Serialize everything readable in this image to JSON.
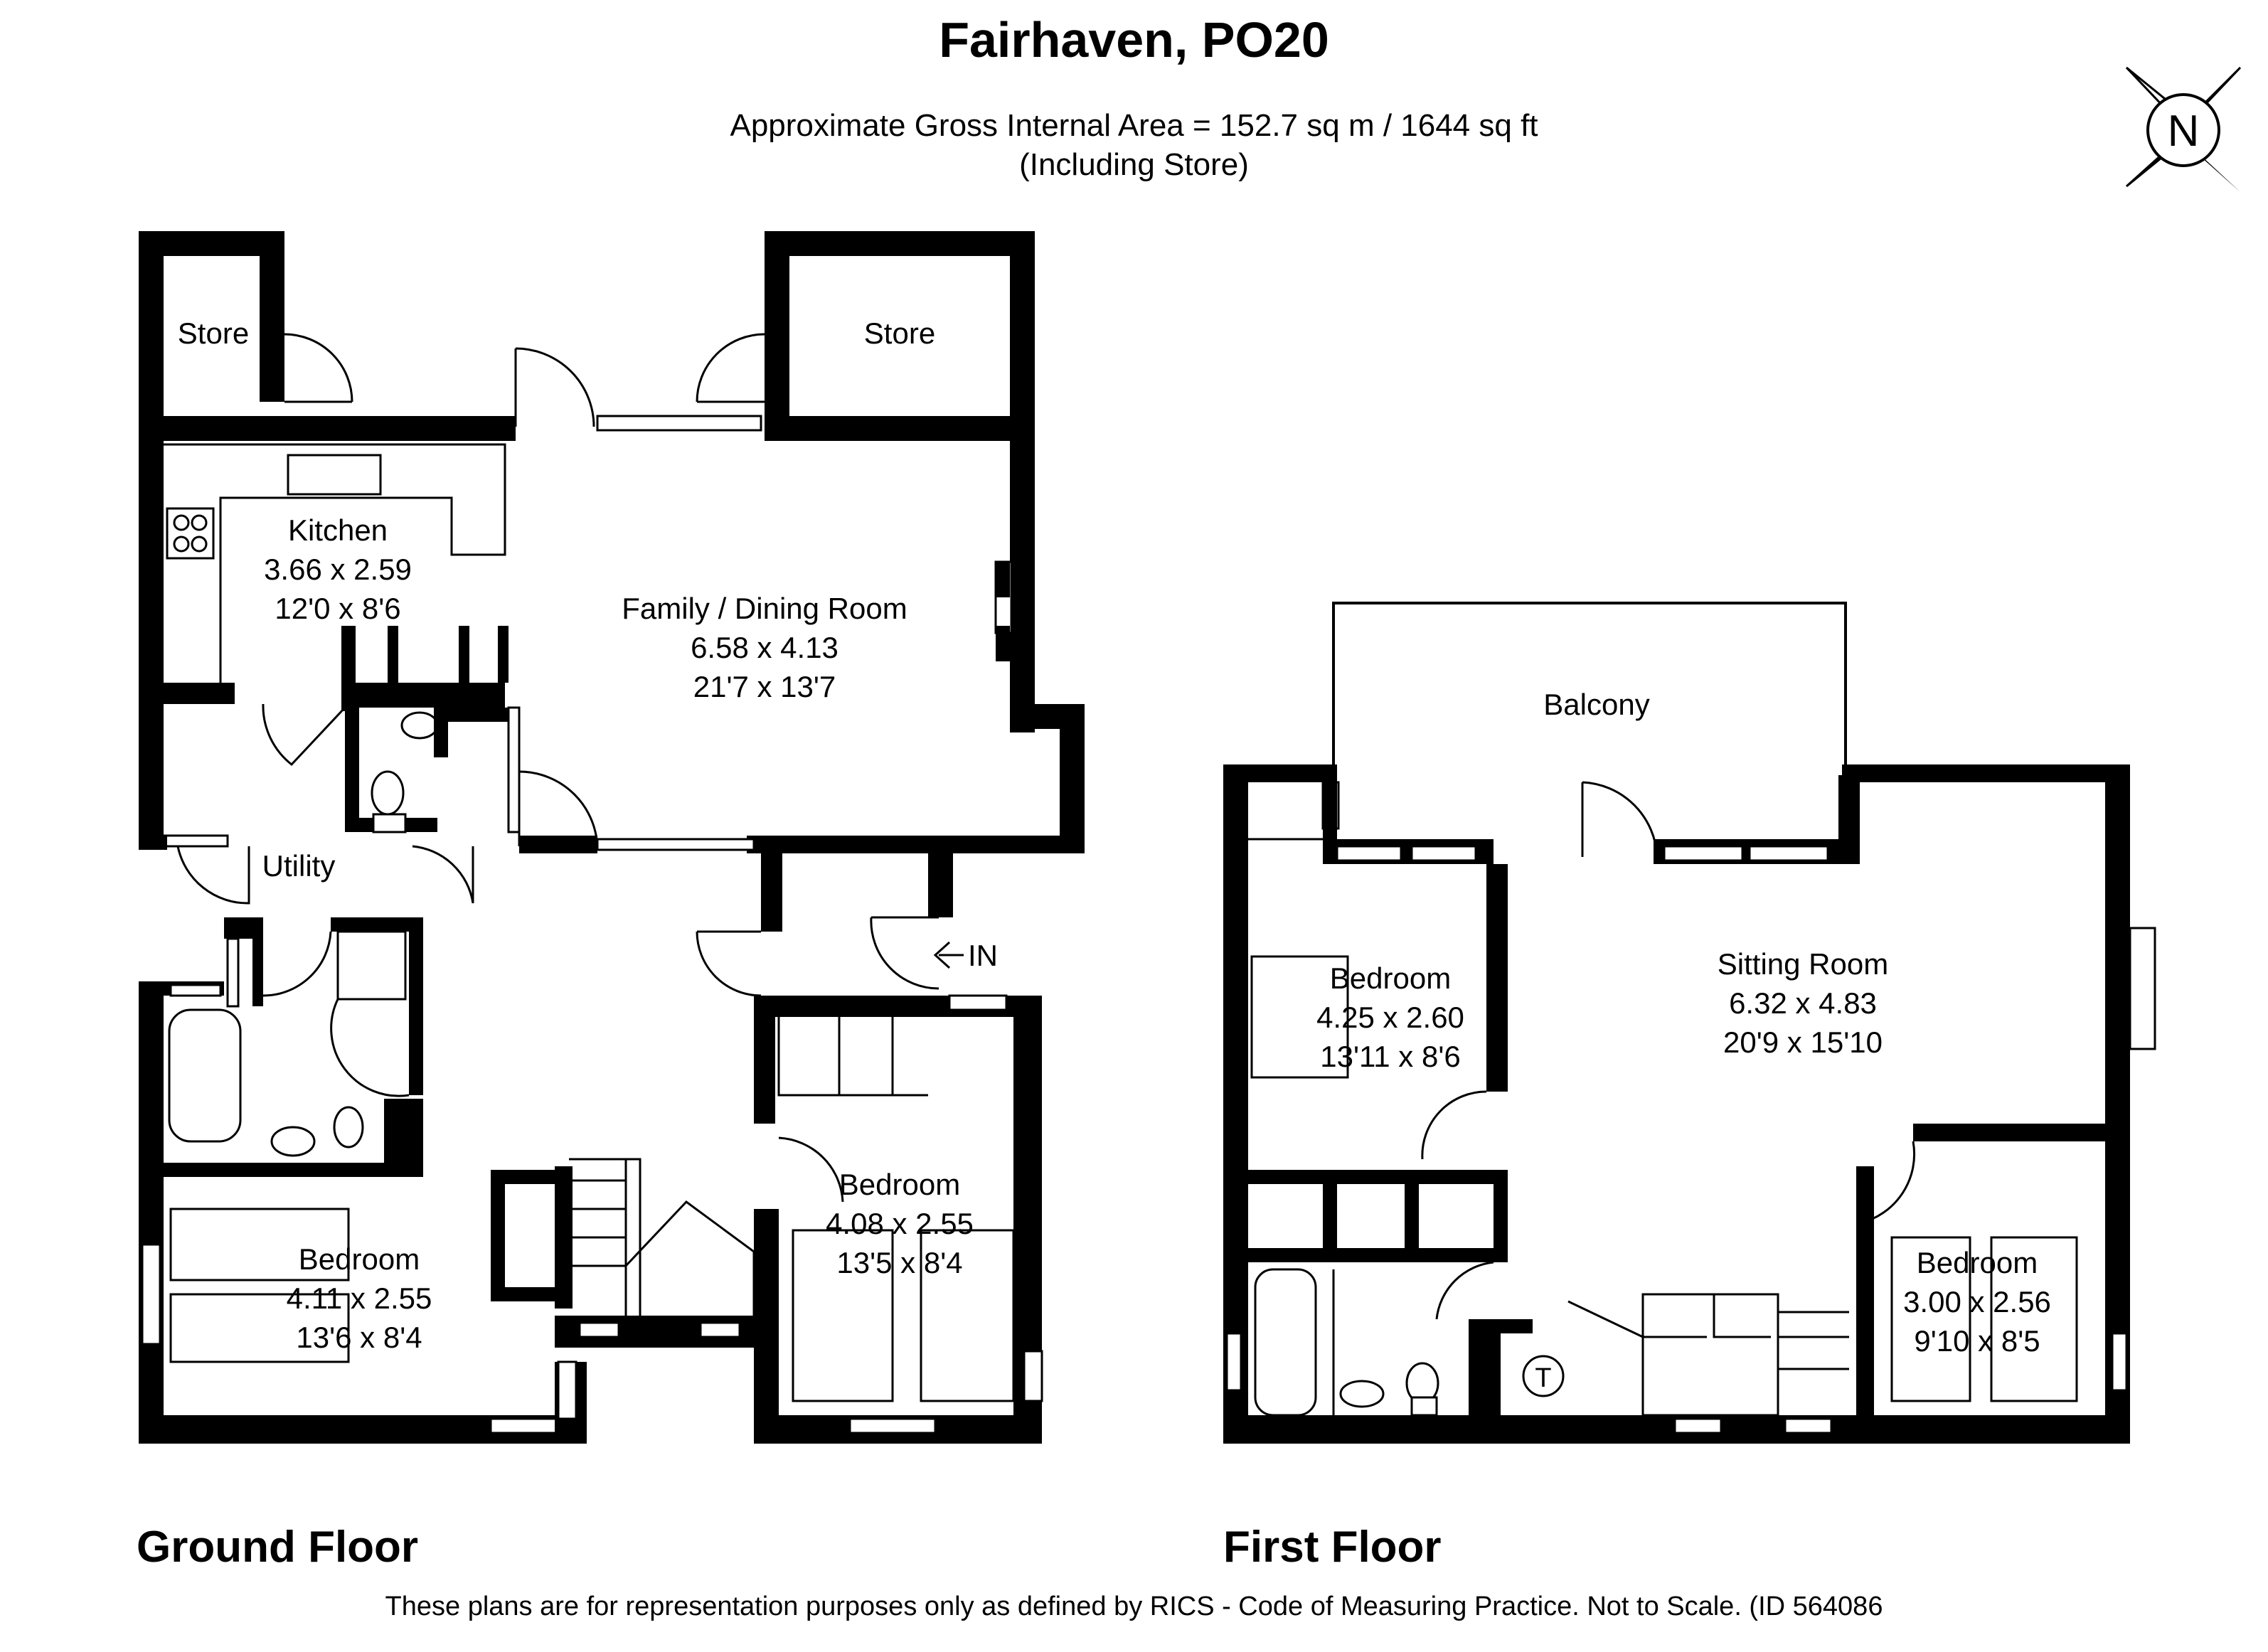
{
  "header": {
    "title": "Fairhaven, PO20",
    "area_line": "Approximate Gross Internal Area = 152.7 sq m / 1644 sq ft",
    "area_note": "(Including Store)"
  },
  "compass": {
    "letter": "N",
    "icon": "compass-north-icon"
  },
  "ground_floor": {
    "label": "Ground Floor",
    "rooms": {
      "store_left": {
        "name": "Store"
      },
      "store_right": {
        "name": "Store"
      },
      "kitchen": {
        "name": "Kitchen",
        "metric": "3.66 x 2.59",
        "imperial": "12'0 x 8'6"
      },
      "family": {
        "name": "Family / Dining Room",
        "metric": "6.58 x 4.13",
        "imperial": "21'7 x 13'7"
      },
      "utility": {
        "name": "Utility"
      },
      "bedroom_left": {
        "name": "Bedroom",
        "metric": "4.11 x 2.55",
        "imperial": "13'6 x 8'4"
      },
      "bedroom_right": {
        "name": "Bedroom",
        "metric": "4.08 x 2.55",
        "imperial": "13'5 x 8'4"
      }
    },
    "entrance": "IN"
  },
  "first_floor": {
    "label": "First Floor",
    "rooms": {
      "balcony": {
        "name": "Balcony"
      },
      "bedroom_left": {
        "name": "Bedroom",
        "metric": "4.25 x 2.60",
        "imperial": "13'11 x 8'6"
      },
      "sitting": {
        "name": "Sitting Room",
        "metric": "6.32 x 4.83",
        "imperial": "20'9 x 15'10"
      },
      "bedroom_right": {
        "name": "Bedroom",
        "metric": "3.00 x 2.56",
        "imperial": "9'10 x 8'5"
      }
    },
    "tank": "T"
  },
  "footer": "These plans are for representation purposes only as defined by RICS - Code of Measuring Practice. Not to Scale. (ID 564086"
}
